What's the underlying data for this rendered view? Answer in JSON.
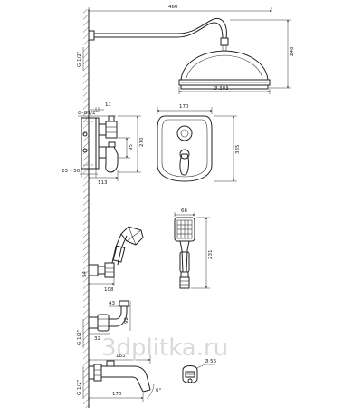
{
  "dimensions": {
    "arm_length": "460",
    "shower_height": "240",
    "wall_offset_top": "G 1/2\"",
    "head_diameter": "Ø 303",
    "mixer_depth": "11",
    "mixer_thread": "G-G1/2\"",
    "mixer_height": "270",
    "mixer_mid": "95",
    "mixer_recess": "23 – 50",
    "mixer_projection": "113",
    "plate_width": "170",
    "plate_height": "335",
    "hand_width": "66",
    "hand_height": "231",
    "holder_thread": "54",
    "holder_projection": "108",
    "spout_d1": "43",
    "spout_d2": "92",
    "spout_d3": "32",
    "spout_thread": "G 1/2\"",
    "spout_length": "183",
    "spout_d4": "Ø 56",
    "spout_thread_2": "G 1/2\"",
    "spout_total": "170",
    "spout_angle": "6°"
  },
  "watermark": "3dplitka.ru"
}
